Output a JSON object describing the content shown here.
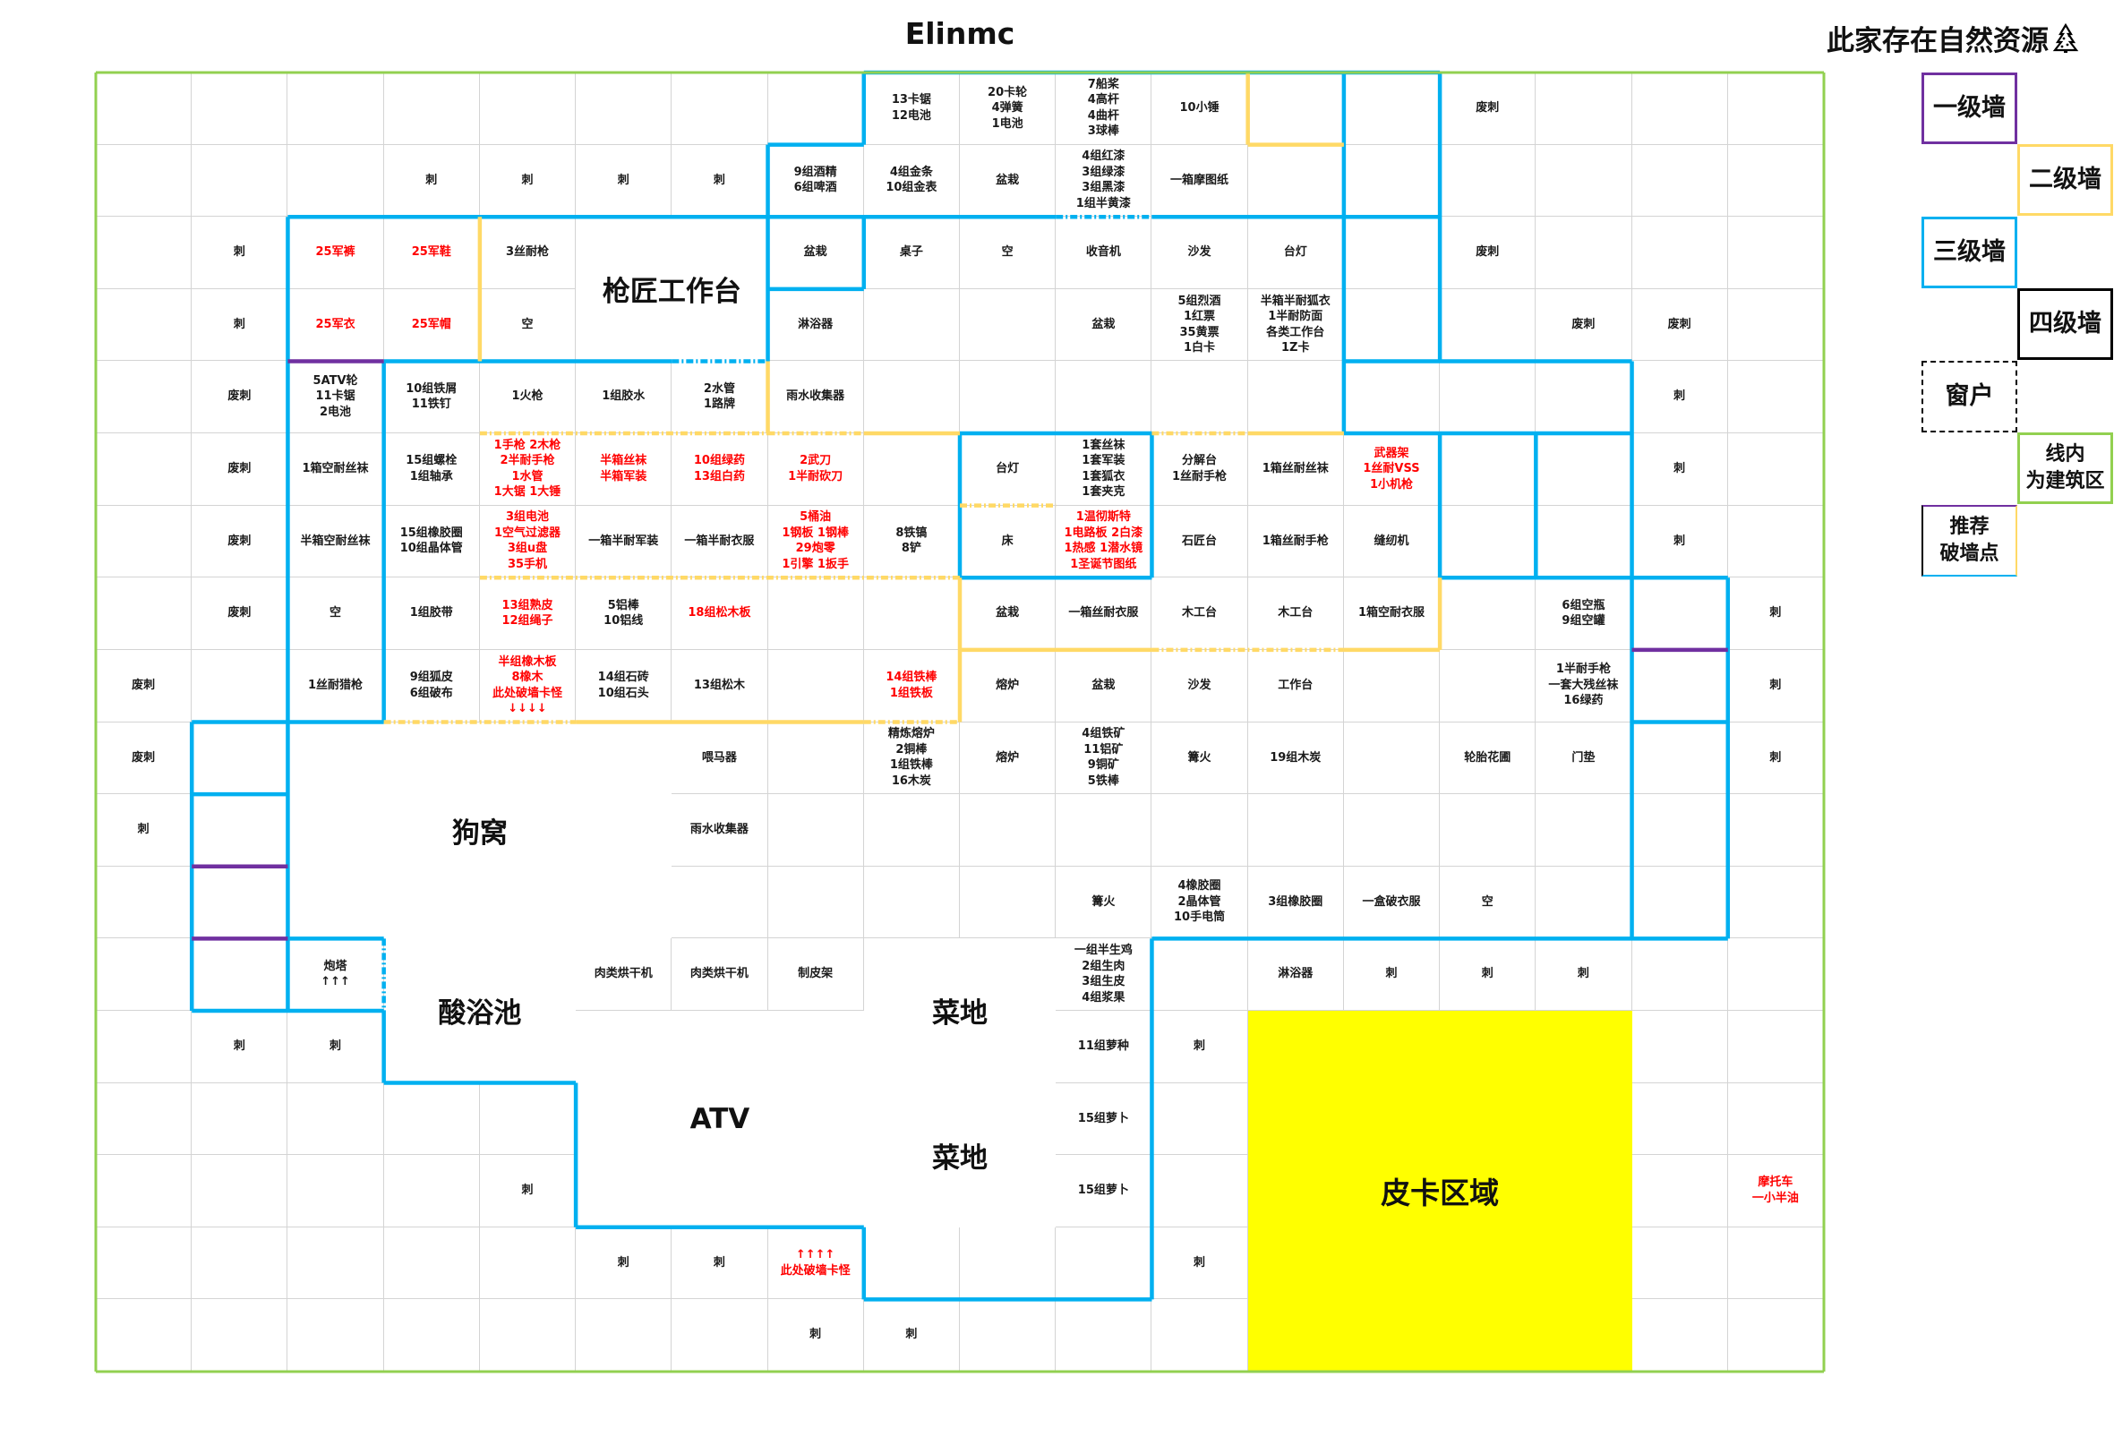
{
  "title": "Elinmc",
  "resource_note": "此家存在自然资源",
  "resource_icon": "tree-icon",
  "colors": {
    "wall1": "#7030a0",
    "wall2": "#ffd966",
    "wall3": "#00b0f0",
    "wall4": "#000000",
    "build_area": "#92d050",
    "pickup": "#ffff00",
    "red_text": "#ff0000"
  },
  "legend": {
    "wall1": "一级墙",
    "wall2": "二级墙",
    "wall3": "三级墙",
    "wall4": "四级墙",
    "window": "窗户",
    "build_area": "线内\n为建筑区",
    "breach_point": "推荐\n破墙点"
  },
  "zones": {
    "gunsmith": "枪匠工作台",
    "kennel": "狗窝",
    "acid_pool": "酸浴池",
    "farm1": "菜地",
    "farm2": "菜地",
    "atv": "ATV",
    "pickup": "皮卡区域"
  },
  "grid": [
    [
      "",
      "",
      "",
      "",
      "",
      "",
      "",
      "",
      "13卡锯\n12电池",
      "20卡轮\n4弹簧\n1电池",
      "7船桨\n4高杆\n4曲杆\n3球棒",
      "10小锤",
      "",
      "",
      "废刺",
      "",
      "",
      ""
    ],
    [
      "",
      "",
      "",
      "刺",
      "刺",
      "刺",
      "刺",
      "9组酒精\n6组啤酒",
      "4组金条\n10组金表",
      "盆栽",
      "4组红漆\n3组绿漆\n3组黑漆\n1组半黄漆",
      "一箱摩图纸",
      "",
      "",
      "",
      "",
      "",
      ""
    ],
    [
      "",
      "刺",
      {
        "text": "25军裤",
        "color": "#ff0000"
      },
      {
        "text": "25军鞋",
        "color": "#ff0000"
      },
      "3丝耐枪",
      "",
      "",
      "盆栽",
      "桌子",
      "空",
      "收音机",
      "沙发",
      "台灯",
      "",
      "废刺",
      "",
      "",
      ""
    ],
    [
      "",
      "刺",
      {
        "text": "25军衣",
        "color": "#ff0000"
      },
      {
        "text": "25军帽",
        "color": "#ff0000"
      },
      "空",
      "",
      "",
      "淋浴器",
      "",
      "",
      "盆栽",
      "5组烈酒\n1红票\n35黄票\n1白卡",
      "半箱半耐狐衣\n1半耐防面\n各类工作台\n1Z卡",
      "",
      "",
      "废刺",
      "废刺",
      ""
    ],
    [
      "",
      "废刺",
      "5ATV轮\n11卡锯\n2电池",
      "10组铁屑\n11铁钉",
      "1火枪",
      "1组胶水",
      "2水管\n1路牌",
      "雨水收集器",
      "",
      "",
      "",
      "",
      "",
      "",
      "",
      "",
      "刺",
      ""
    ],
    [
      "",
      "废刺",
      "1箱空耐丝袜",
      "15组螺栓\n1组轴承",
      {
        "text": "1手枪 2木枪\n2半耐手枪\n1水管\n1大锯 1大锤",
        "color": "#ff0000"
      },
      {
        "text": "半箱丝袜\n半箱军装",
        "color": "#ff0000"
      },
      {
        "text": "10组绿药\n13组白药",
        "color": "#ff0000"
      },
      {
        "text": "2武刀\n1半耐砍刀",
        "color": "#ff0000"
      },
      "",
      "台灯",
      "1套丝袜\n1套军装\n1套狐衣\n1套夹克",
      "分解台\n1丝耐手枪",
      "1箱丝耐丝袜",
      {
        "text": "武器架\n1丝耐VSS\n1小机枪",
        "color": "#ff0000"
      },
      "",
      "",
      "刺",
      ""
    ],
    [
      "",
      "废刺",
      "半箱空耐丝袜",
      "15组橡胶圈\n10组晶体管",
      {
        "text": "3组电池\n1空气过滤器\n3组u盘\n35手机",
        "color": "#ff0000"
      },
      "一箱半耐军装",
      "一箱半耐衣服",
      {
        "text": "5桶油\n1钢板 1钢棒\n29炮零\n1引擎 1扳手",
        "color": "#ff0000"
      },
      "8铁镐\n8铲",
      "床",
      {
        "text": "1温彻斯特\n1电路板 2白漆\n1热感 1潜水镜\n1圣诞节图纸",
        "color": "#ff0000"
      },
      "石匠台",
      "1箱丝耐手枪",
      "缝纫机",
      "",
      "",
      "刺",
      ""
    ],
    [
      "",
      "废刺",
      "空",
      "1组胶带",
      {
        "text": "13组熟皮\n12组绳子",
        "color": "#ff0000"
      },
      "5铝棒\n10铝线",
      {
        "text": "18组松木板",
        "color": "#ff0000"
      },
      "",
      "",
      "盆栽",
      "一箱丝耐衣服",
      "木工台",
      "木工台",
      "1箱空耐衣服",
      "",
      "6组空瓶\n9组空罐",
      "",
      "刺"
    ],
    [
      "废刺",
      "",
      "1丝耐猎枪",
      "9组狐皮\n6组破布",
      {
        "text": "半组橡木板\n8橡木\n此处破墙卡怪\n↓↓↓↓",
        "color": "#ff0000"
      },
      "14组石砖\n10组石头",
      "13组松木",
      "",
      {
        "text": "14组铁棒\n1组铁板",
        "color": "#ff0000"
      },
      "熔炉",
      "盆栽",
      "沙发",
      "工作台",
      "",
      "",
      "1半耐手枪\n一套大残丝袜\n16绿药",
      "",
      "刺"
    ],
    [
      "废刺",
      "",
      "",
      "",
      "",
      "",
      "喂马器",
      "",
      "精炼熔炉\n2铜棒\n1组铁棒\n16木炭",
      "熔炉",
      "4组铁矿\n11铝矿\n9铜矿\n5铁棒",
      "篝火",
      "19组木炭",
      "",
      "轮胎花圃",
      "门垫",
      "",
      "刺"
    ],
    [
      "刺",
      "",
      "",
      "",
      "",
      "",
      "雨水收集器",
      "",
      "",
      "",
      "",
      "",
      "",
      "",
      "",
      "",
      "",
      ""
    ],
    [
      "",
      "",
      "",
      "",
      "",
      "",
      "",
      "",
      "",
      "",
      "篝火",
      "4橡胶圈\n2晶体管\n10手电筒",
      "3组橡胶圈",
      "一盒破衣服",
      "空",
      "",
      "",
      ""
    ],
    [
      "",
      "",
      "炮塔\n↑↑↑",
      "",
      "",
      "肉类烘干机",
      "肉类烘干机",
      "制皮架",
      "",
      "",
      "一组半生鸡\n2组生肉\n3组生皮\n4组浆果",
      "",
      "淋浴器",
      "刺",
      "刺",
      "刺",
      "",
      ""
    ],
    [
      "",
      "刺",
      "刺",
      "",
      "",
      "",
      "",
      "",
      "",
      "",
      "11组萝种",
      "刺",
      "",
      "",
      "",
      "",
      "",
      ""
    ],
    [
      "",
      "",
      "",
      "",
      "",
      "",
      "",
      "",
      "",
      "",
      "15组萝卜",
      "",
      "",
      "",
      "",
      "",
      "",
      ""
    ],
    [
      "",
      "",
      "",
      "",
      "刺",
      "",
      "",
      "",
      "",
      "",
      "15组萝卜",
      "",
      "",
      "",
      "",
      "",
      "",
      {
        "text": "摩托车\n一小半油",
        "color": "#ff0000"
      }
    ],
    [
      "",
      "",
      "",
      "",
      "",
      "刺",
      "刺",
      {
        "text": "↑↑↑↑\n此处破墙卡怪",
        "color": "#ff0000"
      },
      "",
      "",
      "",
      "刺",
      "",
      "",
      "",
      "",
      "",
      ""
    ],
    [
      "",
      "",
      "",
      "",
      "",
      "",
      "",
      "刺",
      "刺",
      "",
      "",
      "",
      "",
      "",
      "",
      "",
      "",
      ""
    ]
  ]
}
